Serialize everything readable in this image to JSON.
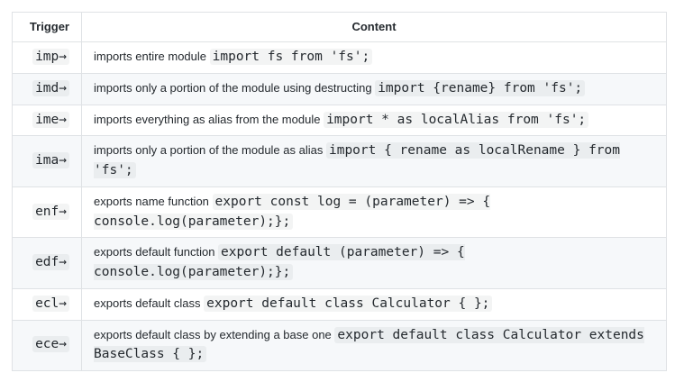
{
  "colors": {
    "text": "#24292e",
    "border": "#dfe2e5",
    "row_stripe": "#f6f8fa",
    "code_background": "#f3f4f4"
  },
  "table": {
    "columns": [
      {
        "label": "Trigger"
      },
      {
        "label": "Content"
      }
    ],
    "rows": [
      {
        "trigger": "imp→",
        "text": "imports entire module",
        "code": "import fs from 'fs';"
      },
      {
        "trigger": "imd→",
        "text": "imports only a portion of the module using destructing",
        "code": "import {rename} from 'fs';"
      },
      {
        "trigger": "ime→",
        "text": "imports everything as alias from the module",
        "code": "import * as localAlias from 'fs';"
      },
      {
        "trigger": "ima→",
        "text": "imports only a portion of the module as alias",
        "code": "import { rename as localRename } from 'fs';"
      },
      {
        "trigger": "enf→",
        "text": "exports name function",
        "code": "export const log = (parameter) => { console.log(parameter);};"
      },
      {
        "trigger": "edf→",
        "text": "exports default function",
        "code": "export default (parameter) => { console.log(parameter);};"
      },
      {
        "trigger": "ecl→",
        "text": "exports default class",
        "code": "export default class Calculator { };"
      },
      {
        "trigger": "ece→",
        "text": "exports default class by extending a base one",
        "code": "export default class Calculator extends BaseClass { };"
      }
    ]
  }
}
